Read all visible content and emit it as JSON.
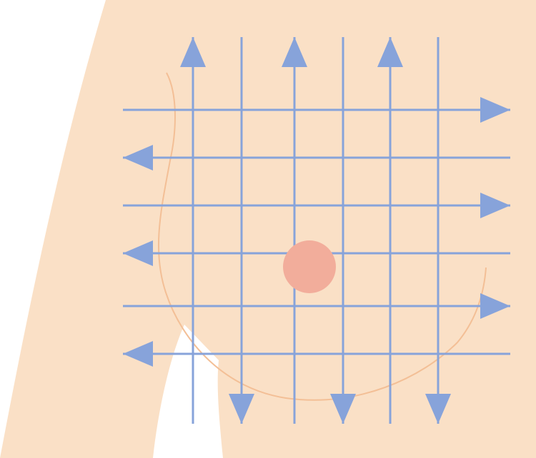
{
  "colors": {
    "background": "#ffffff",
    "skin": "#fae0c6",
    "outline": "#f3bf96",
    "grid_line": "#87a3da",
    "arrow_head": "#87a3da",
    "nipple": "#f2ad9b"
  },
  "diagram": {
    "subject": "breast-self-exam-grid-pattern",
    "vertical_arrow_directions": [
      "up",
      "down",
      "up",
      "down",
      "up",
      "down"
    ],
    "horizontal_arrow_directions": [
      "right",
      "left",
      "right",
      "left",
      "right",
      "left"
    ],
    "icons": {
      "arrow_up": "triangle-up-icon",
      "arrow_down": "triangle-down-icon",
      "arrow_left": "triangle-left-icon",
      "arrow_right": "triangle-right-icon"
    }
  }
}
